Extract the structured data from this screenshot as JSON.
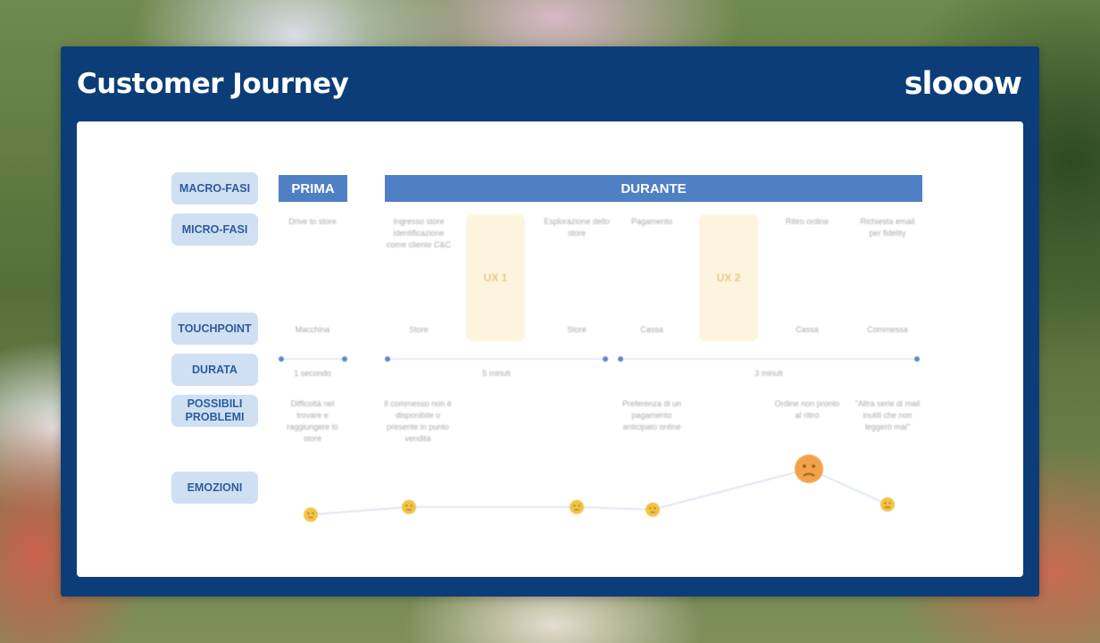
{
  "header": {
    "title": "Customer Journey",
    "brand": "slooow"
  },
  "row_labels": [
    "MACRO-FASI",
    "MICRO-FASI",
    "TOUCHPOINT",
    "DURATA",
    "POSSIBILI PROBLEMI",
    "EMOZIONI"
  ],
  "macro_phases": [
    {
      "label": "PRIMA"
    },
    {
      "label": "DURANTE"
    }
  ],
  "micro_phases": [
    "Drive to store",
    "Ingresso store identificazione come cliente C&C",
    "Esplorazione dello store",
    "Pagamento",
    "Ritiro ordine",
    "Richiesta email per fidelity"
  ],
  "ux_boxes": [
    "UX 1",
    "UX 2"
  ],
  "touchpoints": [
    "Macchina",
    "Store",
    "Store",
    "Cassa",
    "Cassa",
    "Commessa"
  ],
  "durations": [
    "1 secondo",
    "5 minuti",
    "3 minuti"
  ],
  "problems": [
    "Difficoltà nel trovare e raggiungere lo store",
    "Il commesso non è disponibile o presente in punto vendita",
    "Preferenza di un pagamento anticipato online",
    "Ordine non pronto al ritiro",
    "\"Altra serie di mail inutili che non leggerò mai\""
  ],
  "emotions": {
    "levels": [
      0.1,
      0.25,
      0.25,
      0.2,
      1.0,
      0.3
    ],
    "faces": [
      "neutral",
      "neutral",
      "neutral",
      "neutral",
      "angry",
      "sad"
    ],
    "line_color": "#dfe7f2",
    "face_color": "#f2c343",
    "angry_color": "#f2a24a"
  },
  "colors": {
    "frame": "#0c3d78",
    "macro_bar": "#4f7fc4",
    "label_bg": "#cfe0f3",
    "label_text": "#2d5c9e",
    "ux_bg": "#fdf4de"
  }
}
